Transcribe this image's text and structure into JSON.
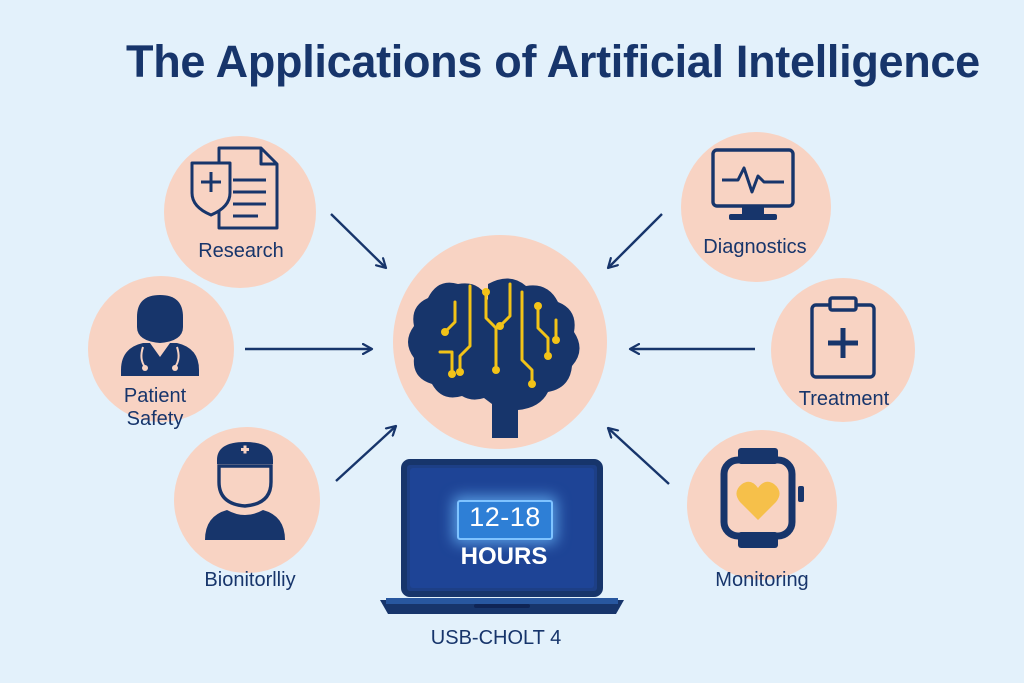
{
  "title": "The Applications of Artificial Intelligence",
  "colors": {
    "background": "#e3f1fb",
    "node_fill": "#f8d3c3",
    "navy": "#17356b",
    "accent_yellow": "#f2c318",
    "heart": "#f6c04a"
  },
  "center": {
    "icon": "brain-circuit-icon"
  },
  "nodes": [
    {
      "id": "research",
      "label": "Research",
      "icon": "medical-documents-icon"
    },
    {
      "id": "diagnostics",
      "label": "Diagnostics",
      "icon": "heart-monitor-icon"
    },
    {
      "id": "patient-safety",
      "label_line1": "Patient",
      "label_line2": "Safety",
      "icon": "doctor-icon"
    },
    {
      "id": "treatment",
      "label": "Treatment",
      "icon": "clipboard-plus-icon"
    },
    {
      "id": "bionitoring",
      "label": "Bionitorlliy",
      "icon": "nurse-icon"
    },
    {
      "id": "monitoring",
      "label": "Monitoring",
      "icon": "smartwatch-heart-icon"
    }
  ],
  "laptop": {
    "screen_value": "12-18",
    "screen_unit": "HOURS",
    "caption": "USB-CHOLT 4",
    "icon": "laptop-icon"
  }
}
